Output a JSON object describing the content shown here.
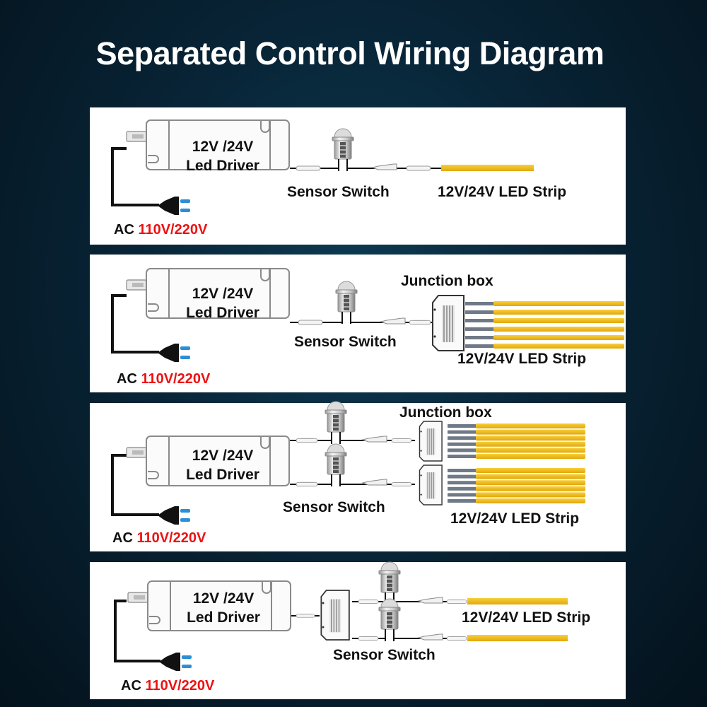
{
  "title": "Separated Control Wiring Diagram",
  "colors": {
    "background": "#082436",
    "panel": "#ffffff",
    "led_strip": "#f2bd1a",
    "voltage_text": "#ee1111",
    "plug_pins": "#2a8fd6"
  },
  "panels": [
    {
      "driver_line1": "12V /24V",
      "driver_line2": "Led Driver",
      "ac_prefix": "AC",
      "ac_voltage": "110V/220V",
      "sensor_label": "Sensor Switch",
      "strip_label": "12V/24V LED Strip"
    },
    {
      "driver_line1": "12V /24V",
      "driver_line2": "Led Driver",
      "ac_prefix": "AC",
      "ac_voltage": "110V/220V",
      "sensor_label": "Sensor Switch",
      "junction_label": "Junction box",
      "strip_label": "12V/24V LED Strip"
    },
    {
      "driver_line1": "12V /24V",
      "driver_line2": "Led Driver",
      "ac_prefix": "AC",
      "ac_voltage": "110V/220V",
      "sensor_label": "Sensor Switch",
      "junction_label": "Junction box",
      "strip_label": "12V/24V LED Strip"
    },
    {
      "driver_line1": "12V /24V",
      "driver_line2": "Led Driver",
      "ac_prefix": "AC",
      "ac_voltage": "110V/220V",
      "sensor_label": "Sensor Switch",
      "strip_label": "12V/24V LED Strip"
    }
  ]
}
